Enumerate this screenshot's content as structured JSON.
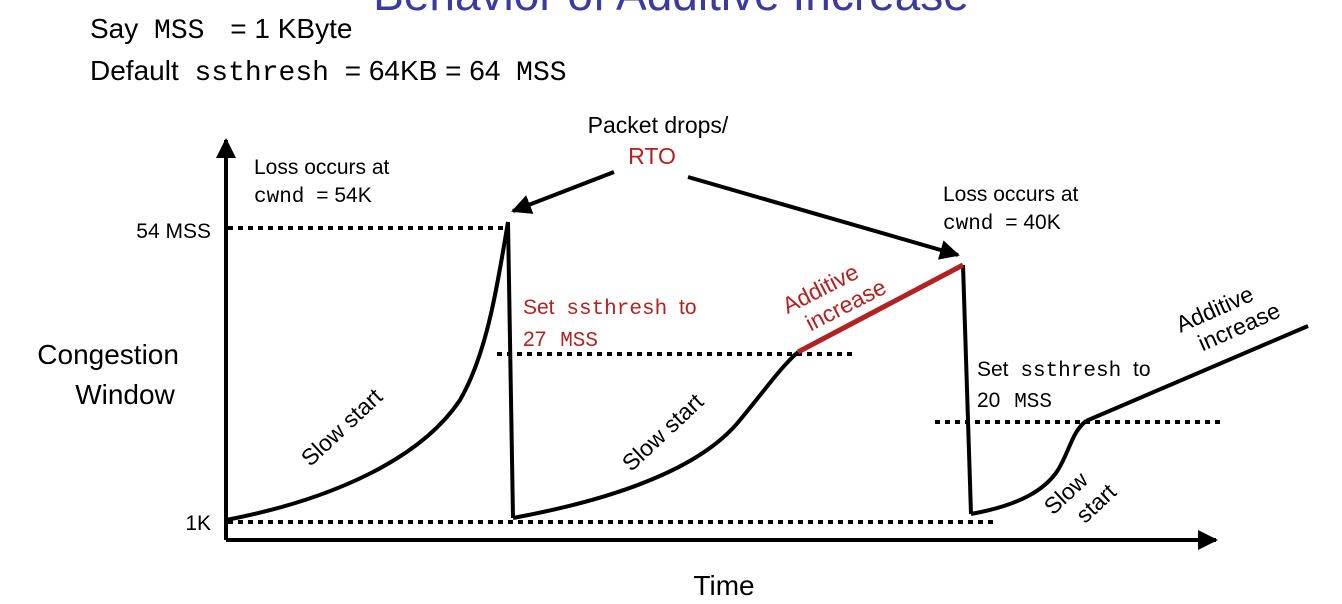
{
  "slide": {
    "title": "Behavior of Additive Increase",
    "line1": {
      "word": "Say",
      "mss": "MSS",
      "value": "= 1 KByte"
    },
    "line2": {
      "word": "Default",
      "var": "ssthresh",
      "value": "= 64KB = 64",
      "mss": "MSS"
    }
  },
  "diagram": {
    "y_axis_label": [
      "Congestion",
      "Window"
    ],
    "x_axis_label": "Time",
    "ticks": {
      "top": "54 MSS",
      "bottom": "1K"
    },
    "packet_drops": {
      "line1": "Packet drops/",
      "line2": "RTO"
    },
    "loss1": {
      "line1": "Loss occurs at",
      "var": "cwnd",
      "value": "= 54K"
    },
    "loss2": {
      "line1": "Loss occurs at",
      "var": "cwnd",
      "value": "= 40K"
    },
    "set1": {
      "prefix": "Set",
      "var": "ssthresh",
      "suffix": "to",
      "num": "27",
      "mss": "MSS"
    },
    "set2": {
      "prefix": "Set",
      "var": "ssthresh",
      "suffix": "to",
      "num": "20",
      "mss": "MSS"
    },
    "slow_start_1": "Slow start",
    "slow_start_2": "Slow start",
    "slow_start_3": {
      "line1": "Slow",
      "line2": "start"
    },
    "additive_1": {
      "line1": "Additive",
      "line2": "increase"
    },
    "additive_2": {
      "line1": "Additive",
      "line2": "increase"
    }
  },
  "colors": {
    "title": "#3a3aa0",
    "accent_red": "#b22222",
    "ink": "#000000"
  }
}
